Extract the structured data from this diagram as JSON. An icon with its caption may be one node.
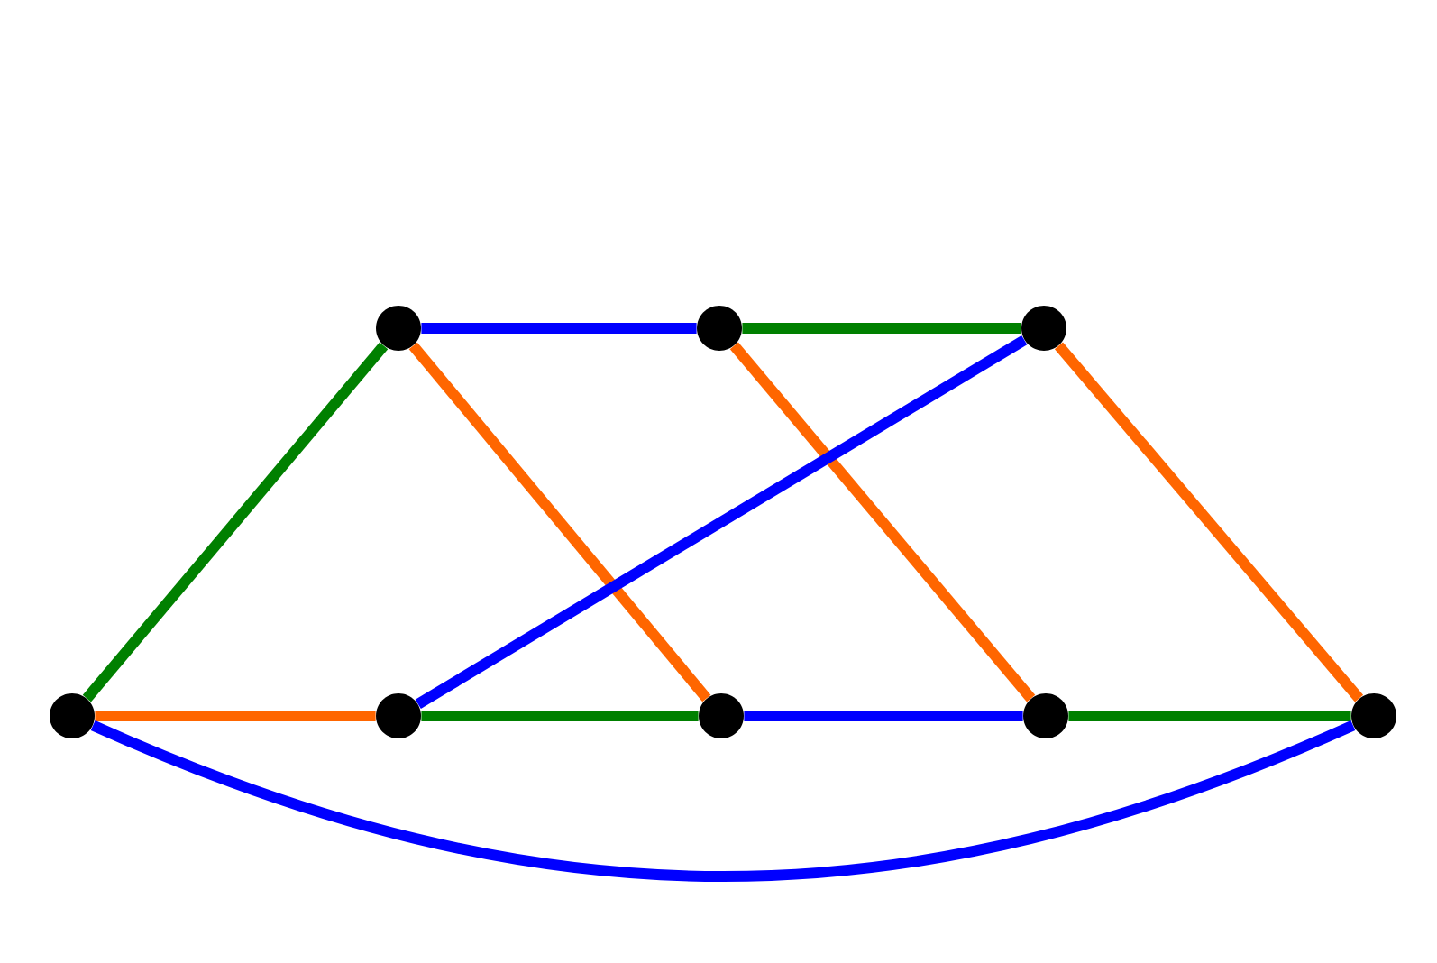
{
  "diagram": {
    "nodes": [
      {
        "text": [],
        "shape": "circle"
      },
      {
        "text": [],
        "shape": "circle"
      },
      {
        "text": [],
        "shape": "circle"
      },
      {
        "text": [],
        "shape": "circle"
      },
      {
        "text": [],
        "shape": "circle"
      },
      {
        "text": [],
        "shape": "circle"
      },
      {
        "text": [],
        "shape": "circle"
      },
      {
        "text": [],
        "shape": "circle"
      }
    ],
    "edges": [
      {
        "from": 0,
        "to": 1,
        "arrow": "none",
        "color": "#0000ff"
      },
      {
        "from": 1,
        "to": 2,
        "arrow": "none",
        "color": "#008000"
      },
      {
        "from": 3,
        "to": 0,
        "arrow": "none",
        "color": "#008000"
      },
      {
        "from": 0,
        "to": 5,
        "arrow": "none",
        "color": "#ff6600"
      },
      {
        "from": 1,
        "to": 6,
        "arrow": "none",
        "color": "#ff6600"
      },
      {
        "from": 2,
        "to": 7,
        "arrow": "none",
        "color": "#ff6600"
      },
      {
        "from": 2,
        "to": 4,
        "arrow": "none",
        "color": "#0000ff"
      },
      {
        "from": 3,
        "to": 4,
        "arrow": "none",
        "color": "#ff6600"
      },
      {
        "from": 4,
        "to": 5,
        "arrow": "none",
        "color": "#008000"
      },
      {
        "from": 5,
        "to": 6,
        "arrow": "none",
        "color": "#0000ff"
      },
      {
        "from": 6,
        "to": 7,
        "arrow": "none",
        "color": "#008000"
      },
      {
        "from": 3,
        "to": 7,
        "arrow": "none",
        "color": "#0000ff"
      }
    ]
  }
}
